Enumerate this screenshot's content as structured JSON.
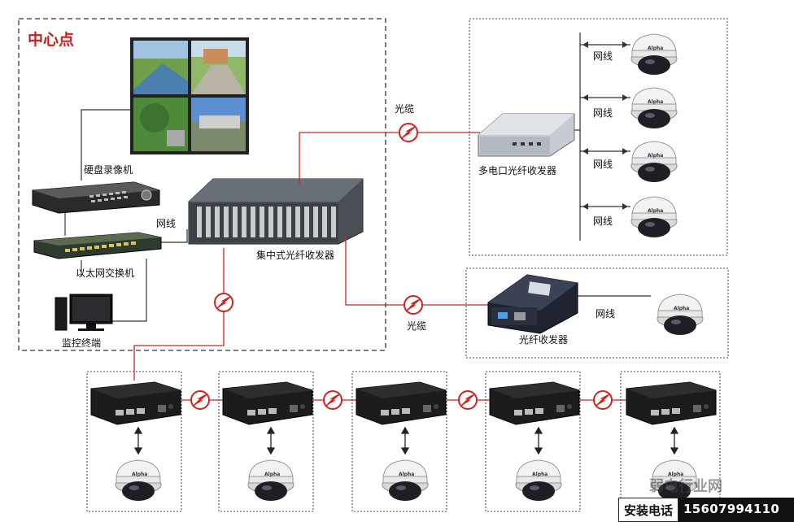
{
  "center_title": "中心点",
  "labels": {
    "dvr": "硬盘录像机",
    "network_cable_center": "网线",
    "ethernet_switch": "以太网交换机",
    "monitor_terminal": "监控终端",
    "central_transceiver": "集中式光纤收发器",
    "fiber_cable_top": "光缆",
    "fiber_cable_mid": "光缆",
    "multi_port_transceiver": "多电口光纤收发器",
    "fiber_transceiver": "光纤收发器",
    "network_cable_right": "网线",
    "network_cable_multi": [
      "网线",
      "网线",
      "网线",
      "网线"
    ]
  },
  "camera_brand": "Alpha",
  "watermark": "弱电行业网",
  "footer": {
    "label": "安装电话",
    "phone": "15607994110"
  },
  "colors": {
    "fiber": "#d42020",
    "title": "#c81e1e"
  }
}
